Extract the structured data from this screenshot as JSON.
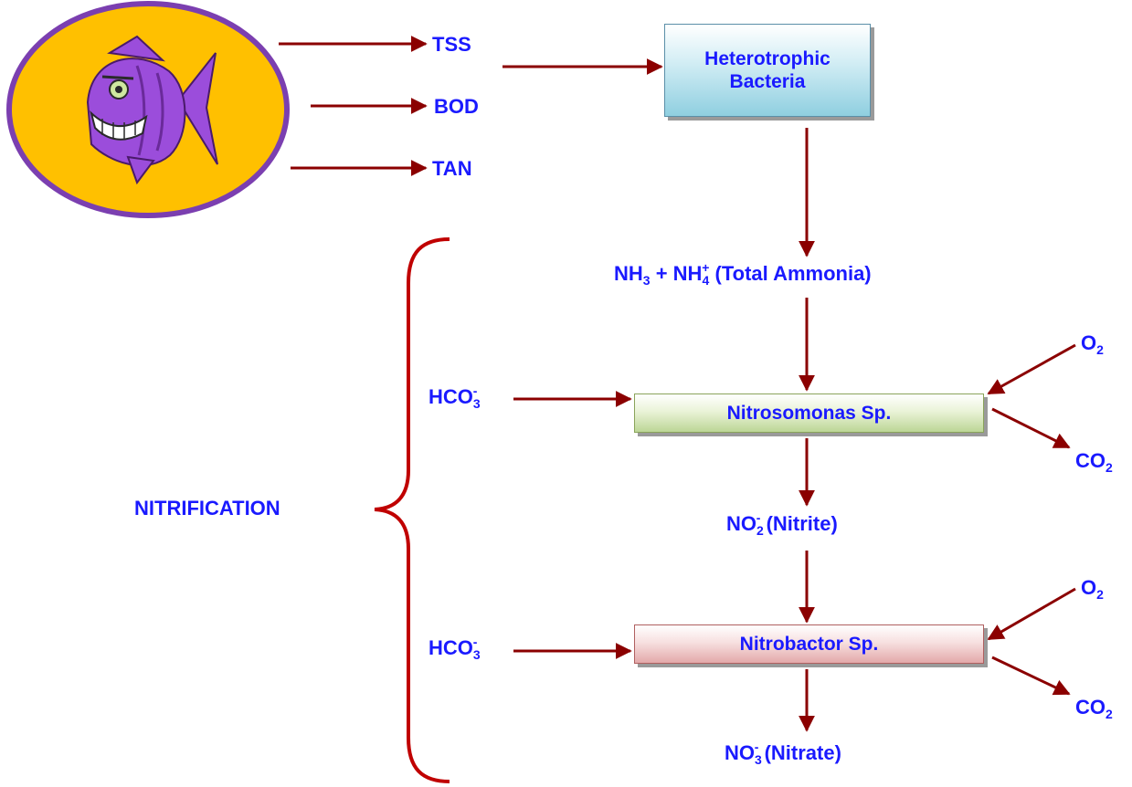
{
  "inputs": {
    "tss": "TSS",
    "bod": "BOD",
    "tan": "TAN"
  },
  "boxes": {
    "heterotrophic_line1": "Heterotrophic",
    "heterotrophic_line2": "Bacteria",
    "nitrosomonas": "Nitrosomonas Sp.",
    "nitrobactor": "Nitrobactor Sp."
  },
  "ammonia": {
    "nh": "NH",
    "sub3": "3",
    "plus": " + NH",
    "sub4": "4",
    "sup_plus": "+",
    "tail": " (Total Ammonia)"
  },
  "nitrite": {
    "no": "NO",
    "sub": "2",
    "sup": "-",
    "tail": " (Nitrite)"
  },
  "nitrate": {
    "no": "NO",
    "sub": "3",
    "sup": "-",
    "tail": " (Nitrate)"
  },
  "bicarbonate": {
    "hco": "HCO",
    "sub": "3",
    "sup": "-"
  },
  "oxygen": {
    "o": "O",
    "sub": "2"
  },
  "carbon_dioxide": {
    "co": "CO",
    "sub": "2"
  },
  "process_label": "NITRIFICATION",
  "colors": {
    "text": "#1a1aff",
    "arrow": "#8b0000",
    "brace": "#c00000",
    "ellipse_border": "#7b3fb0",
    "ellipse_fill": "#ffc000",
    "fish": "#9b4ddb"
  },
  "icons": {
    "fish": "fish-icon"
  }
}
